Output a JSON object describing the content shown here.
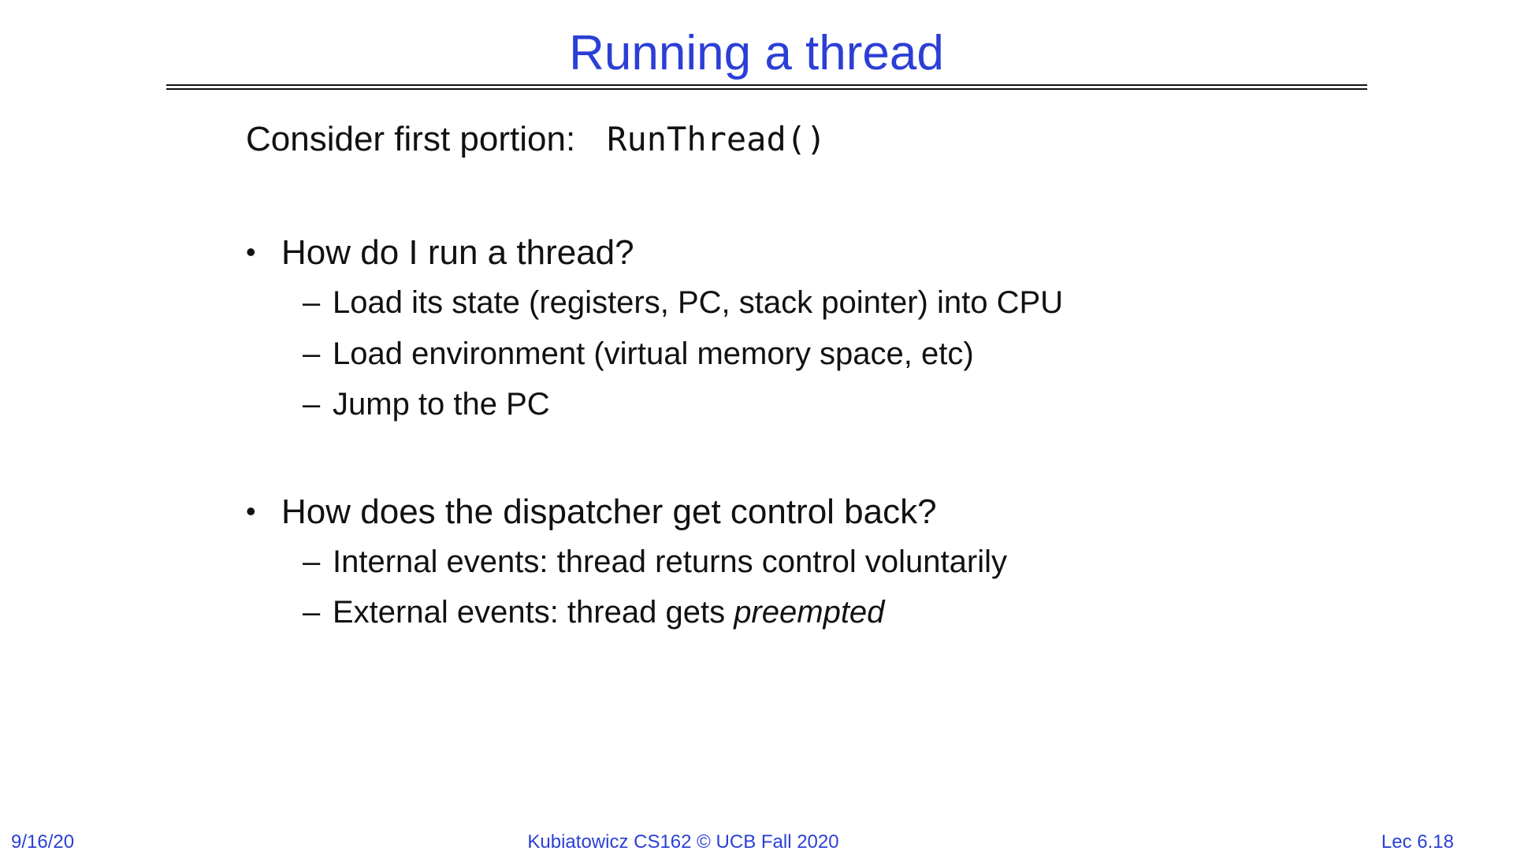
{
  "colors": {
    "accent": "#2b3fd6",
    "text": "#111111",
    "footer": "#2b3fd6"
  },
  "title": "Running a thread",
  "intro": {
    "label": "Consider first portion:",
    "code": "RunThread()"
  },
  "bullets": [
    {
      "text": "How do I run a thread?",
      "subs": [
        {
          "text": "Load its state (registers, PC, stack pointer) into CPU"
        },
        {
          "text": "Load environment (virtual memory space, etc)"
        },
        {
          "text": "Jump to the PC"
        }
      ]
    },
    {
      "text": "How does the dispatcher get control back?",
      "subs": [
        {
          "text": "Internal events: thread returns control voluntarily"
        },
        {
          "text": "External events: thread gets ",
          "emph": "preempted"
        }
      ]
    }
  ],
  "footer": {
    "date": "9/16/20",
    "course": "Kubiatowicz CS162 © UCB Fall 2020",
    "lecture": "Lec 6.18"
  }
}
